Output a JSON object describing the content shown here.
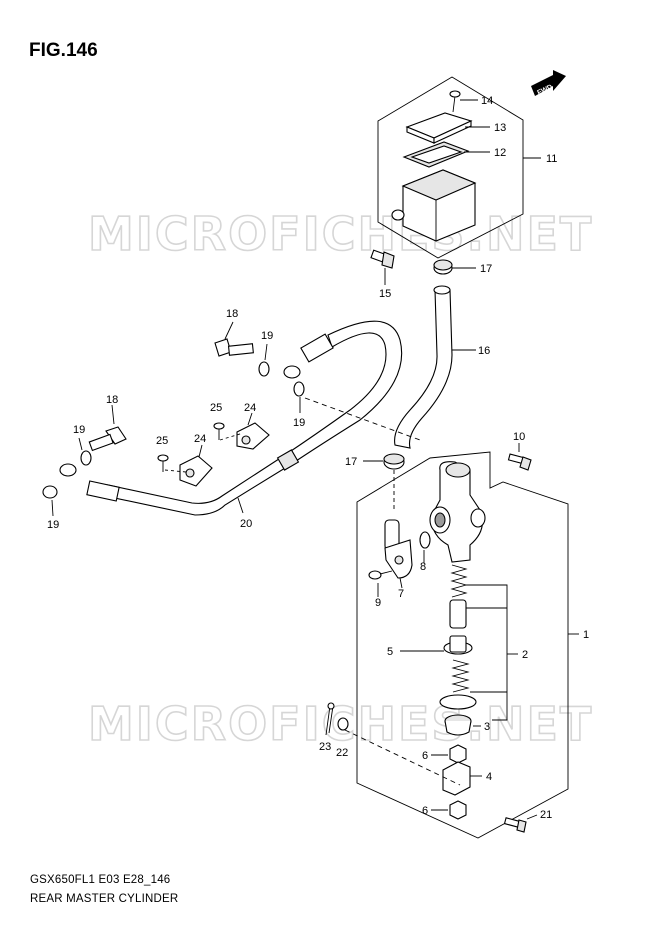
{
  "figure_title": "FIG.146",
  "watermark": "MICROFICHES.NET",
  "fwd_badge": "FWD",
  "footer": {
    "model_code": "GSX650FL1 E03 E28_146",
    "assembly_name": "REAR MASTER CYLINDER"
  },
  "callouts": {
    "c1": "1",
    "c2": "2",
    "c3": "3",
    "c4": "4",
    "c5": "5",
    "c6a": "6",
    "c6b": "6",
    "c7": "7",
    "c8": "8",
    "c9": "9",
    "c10": "10",
    "c11": "11",
    "c12": "12",
    "c13": "13",
    "c14": "14",
    "c15": "15",
    "c16": "16",
    "c17a": "17",
    "c17b": "17",
    "c18a": "18",
    "c18b": "18",
    "c19a": "19",
    "c19b": "19",
    "c19c": "19",
    "c19d": "19",
    "c20": "20",
    "c21": "21",
    "c22": "22",
    "c23": "23",
    "c24a": "24",
    "c24b": "24",
    "c25a": "25",
    "c25b": "25"
  }
}
